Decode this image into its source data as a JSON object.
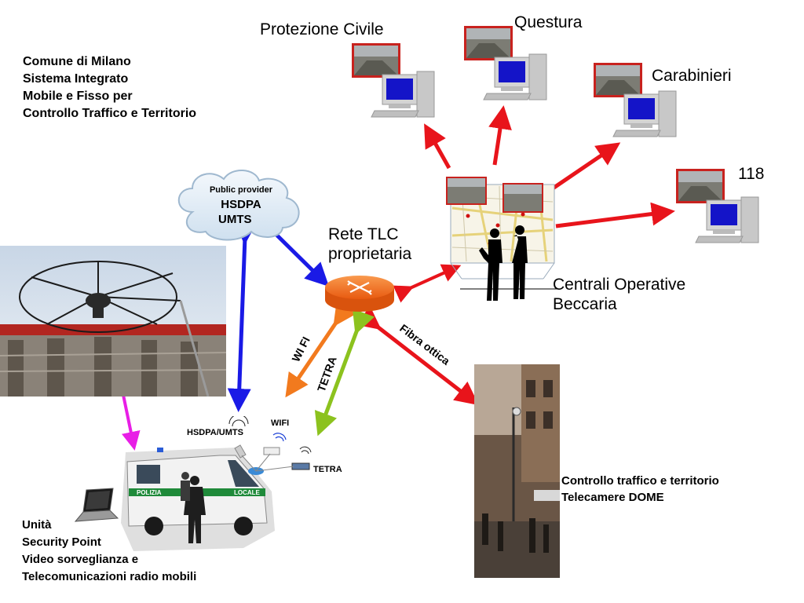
{
  "title_lines": [
    "Comune di Milano",
    "Sistema Integrato",
    "Mobile e Fisso per",
    "Controllo Traffico e Territorio"
  ],
  "stations": {
    "protezione_civile": "Protezione Civile",
    "questura": "Questura",
    "carabinieri": "Carabinieri",
    "emergenza": "118"
  },
  "cloud": {
    "provider": "Public provider",
    "line1": "HSDPA",
    "line2": "UMTS"
  },
  "router": {
    "line1": "Rete TLC",
    "line2": "proprietaria"
  },
  "centrali": {
    "line1": "Centrali Operative",
    "line2": "Beccaria"
  },
  "links": {
    "wifi": "WI FI",
    "tetra": "TETRA",
    "fibra": "Fibra ottica"
  },
  "van": {
    "hsdpa": "HSDPA/UMTS",
    "wifi": "WIFI",
    "tetra": "TETRA"
  },
  "unit_lines": [
    "Unità",
    "Security Point",
    "Video sorveglianza e",
    "Telecomunicazioni radio mobili"
  ],
  "dome_lines": [
    "Controllo traffico e territorio",
    "Telecamere DOME"
  ],
  "colors": {
    "red_arrow": "#e8141b",
    "blue_arrow": "#1a1ae6",
    "orange_arrow": "#f27a1e",
    "green_arrow": "#8cc21e",
    "magenta_arrow": "#e81ee6",
    "router_orange": "#f26a1e"
  }
}
